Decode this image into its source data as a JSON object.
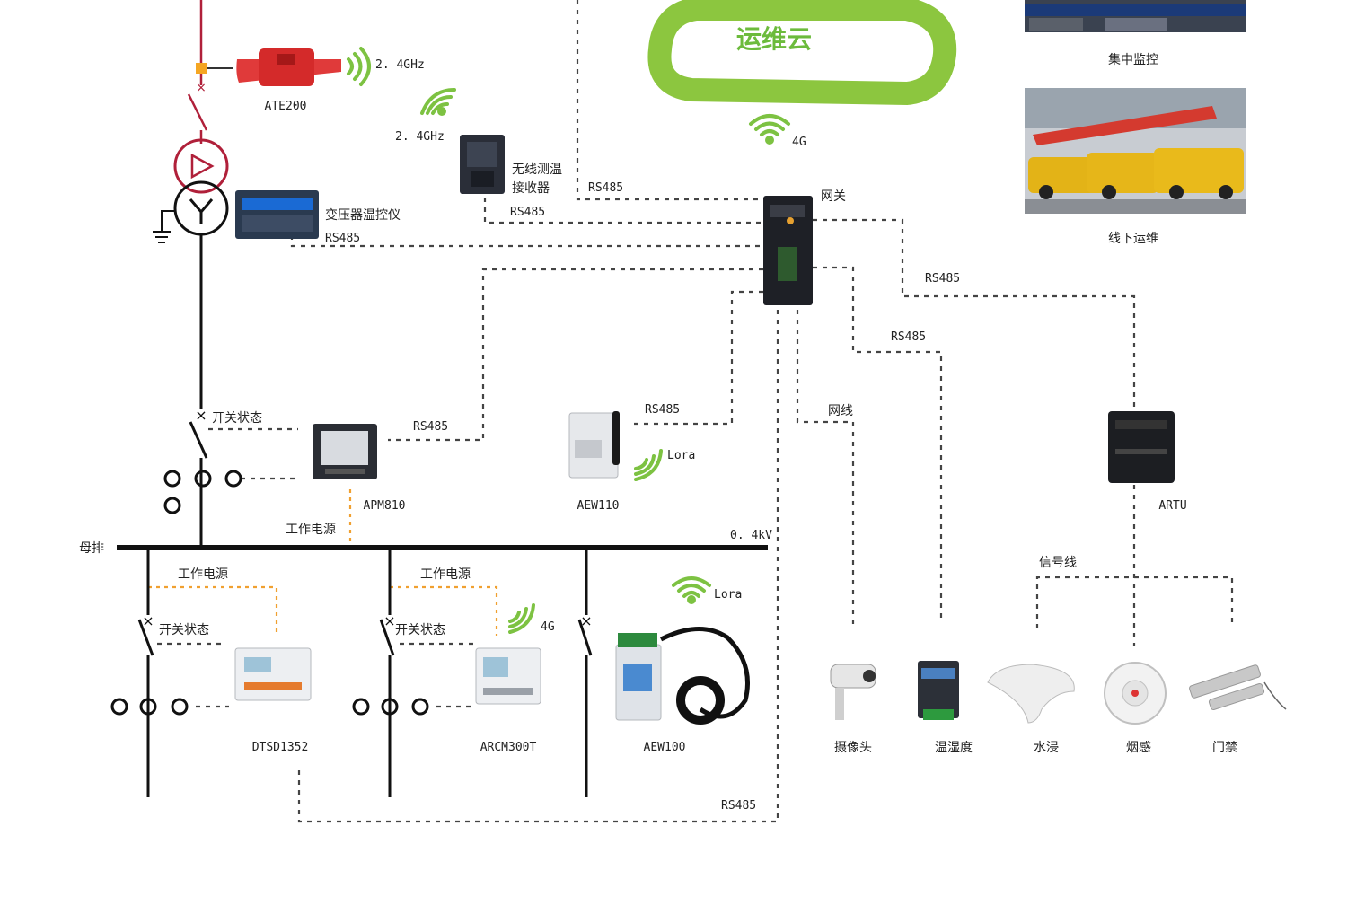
{
  "cloud": {
    "label": "运维云"
  },
  "photos": {
    "monitor_caption": "集中监控",
    "ops_caption": "线下运维"
  },
  "devices": {
    "ate200": "ATE200",
    "wireless_receiver": "无线测温\n接收器",
    "transformer_ctrl": "变压器温控仪",
    "gateway": "网关",
    "apm810": "APM810",
    "aew110": "AEW110",
    "artu": "ARTU",
    "dtsd1352": "DTSD1352",
    "arcm300t": "ARCM300T",
    "aew100": "AEW100"
  },
  "sensors": [
    "摄像头",
    "温湿度",
    "水浸",
    "烟感",
    "门禁"
  ],
  "protocols": {
    "ghz_ate": "2. 4GHz",
    "ghz_recv": "2. 4GHz",
    "g4_cloud": "4G",
    "g4_arcm": "4G",
    "rs485_recv_top": "RS485",
    "rs485_recv_bottom": "RS485",
    "rs485_transformer": "RS485",
    "rs485_artu": "RS485",
    "rs485_mid": "RS485",
    "rs485_apm": "RS485",
    "rs485_aew110": "RS485",
    "rs485_bottom": "RS485",
    "netline": "网线",
    "lora_aew110": "Lora",
    "lora_aew100": "Lora",
    "signal_line": "信号线"
  },
  "electrical": {
    "busbar": "母排",
    "voltage": "0. 4kV",
    "switch_state_main": "开关状态",
    "switch_state_b1": "开关状态",
    "switch_state_b2": "开关状态",
    "work_power_main": "工作电源",
    "work_power_b1": "工作电源",
    "work_power_b2": "工作电源"
  },
  "colors": {
    "cloud_green": "#8cc63f",
    "signal_green": "#7dc242",
    "power_orange": "#f0a030",
    "feeder_red": "#b0203a"
  }
}
